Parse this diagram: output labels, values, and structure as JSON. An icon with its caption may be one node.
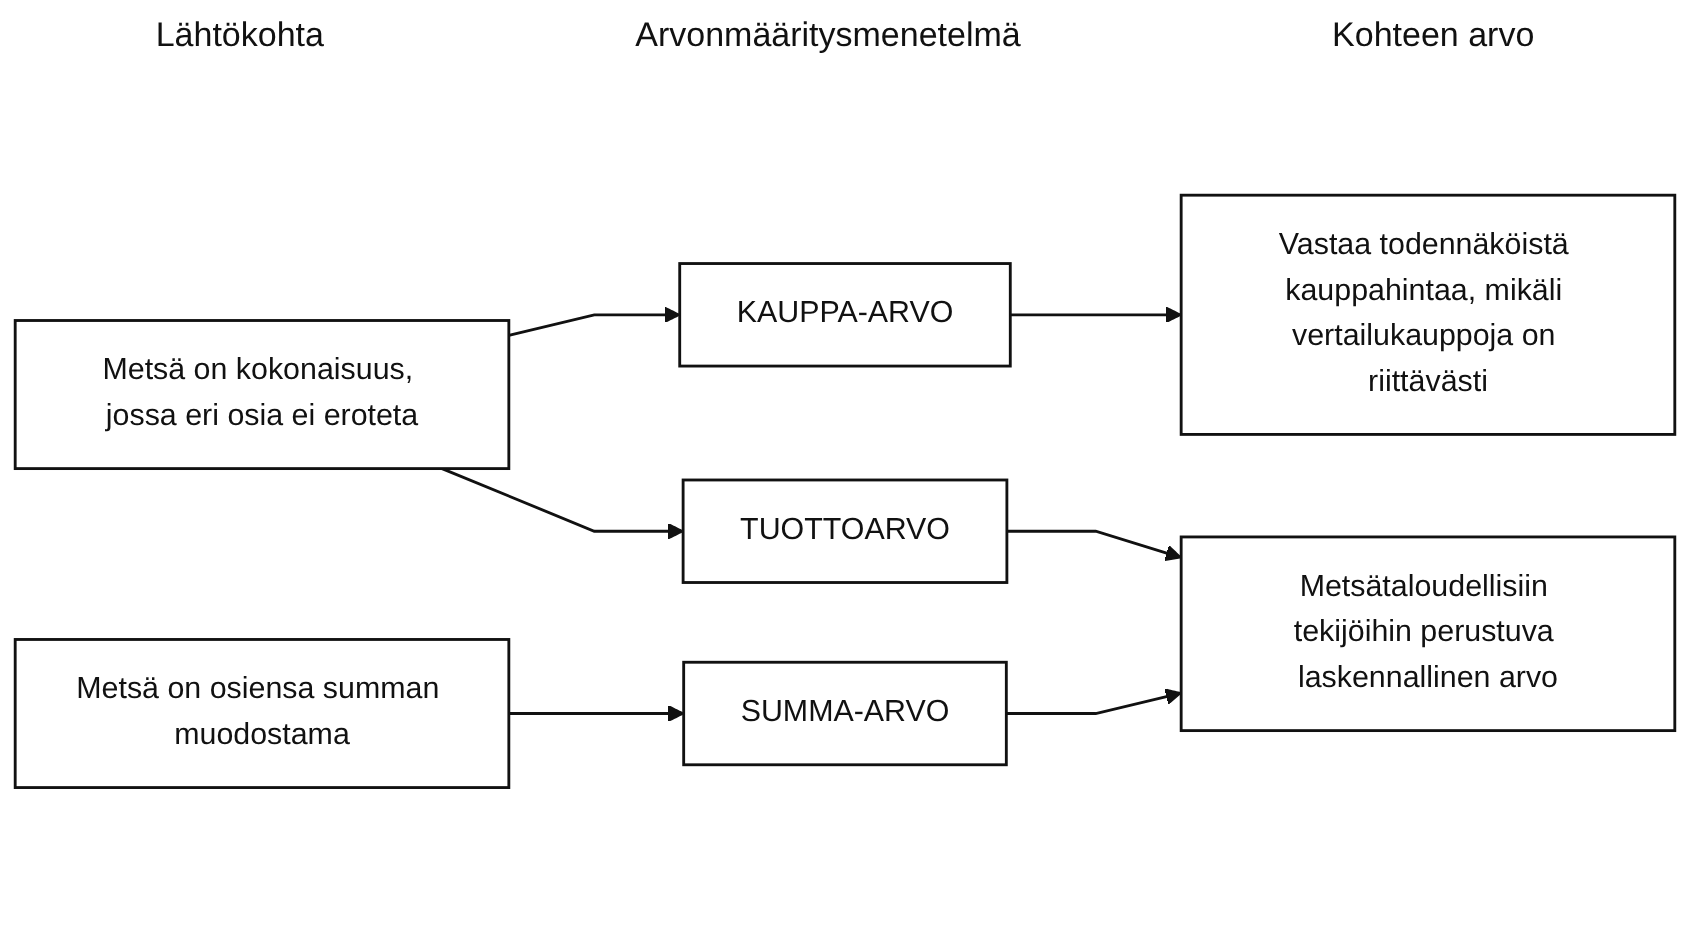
{
  "diagram": {
    "nodes": [
      {
        "text": [
          "Metsä on kokonaisuus, jossa eri osia ei eroteta"
        ]
      },
      {
        "text": [
          "Metsä on osiensa summan muodostama"
        ]
      },
      {
        "text": [
          "KAUPPA-ARVO"
        ]
      },
      {
        "text": [
          "TUOTTOARVO"
        ]
      },
      {
        "text": [
          "SUMMA-ARVO"
        ]
      },
      {
        "text": [
          "Vastaa todennäköistä kauppahintaa, mikäli vertailukauppoja on riittävästi"
        ]
      },
      {
        "text": [
          "Metsätaloudellisiin tekijöihin perustuva laskennallinen arvo"
        ]
      }
    ],
    "edges": [
      {
        "from": 0,
        "to": 2,
        "arrow": "to"
      },
      {
        "from": 0,
        "to": 3,
        "arrow": "to"
      },
      {
        "from": 1,
        "to": 4,
        "arrow": "to"
      },
      {
        "from": 2,
        "to": 5,
        "arrow": "to"
      },
      {
        "from": 3,
        "to": 6,
        "arrow": "to"
      },
      {
        "from": 4,
        "to": 6,
        "arrow": "to"
      }
    ],
    "labels": [
      "Lähtökohta",
      "Arvonmääritysmenetelmä",
      "Kohteen arvo"
    ]
  }
}
